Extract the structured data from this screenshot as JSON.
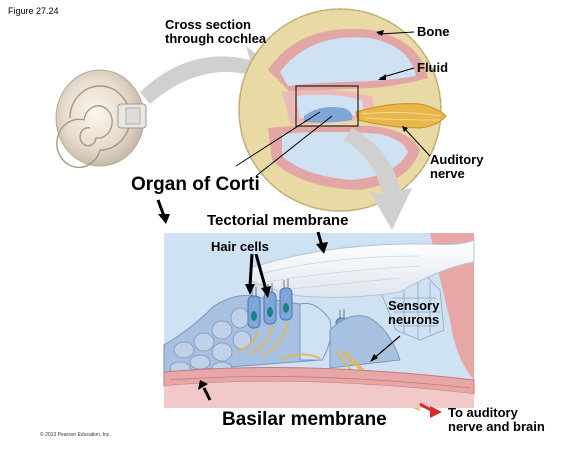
{
  "figure_label": "Figure 27.24",
  "labels": {
    "cross_section": "Cross section\nthrough cochlea",
    "bone": "Bone",
    "fluid": "Fluid",
    "auditory_nerve": "Auditory\nnerve",
    "organ_of_corti": "Organ of Corti",
    "tectorial_membrane": "Tectorial membrane",
    "hair_cells": "Hair cells",
    "sensory_neurons": "Sensory\nneurons",
    "basilar_membrane": "Basilar membrane",
    "to_auditory": "To auditory\nnerve and brain"
  },
  "copyright": "© 2013 Pearson Education, Inc.",
  "colors": {
    "bone": "#e9d9a4",
    "fluid": "#cfe2f3",
    "tissue_pink": "#e8a7a7",
    "nerve": "#e8b64a",
    "hair_cell_blue": "#7ea6d8",
    "arrow_gray": "#d0d0d0",
    "output_arrow": "#d8282c"
  }
}
